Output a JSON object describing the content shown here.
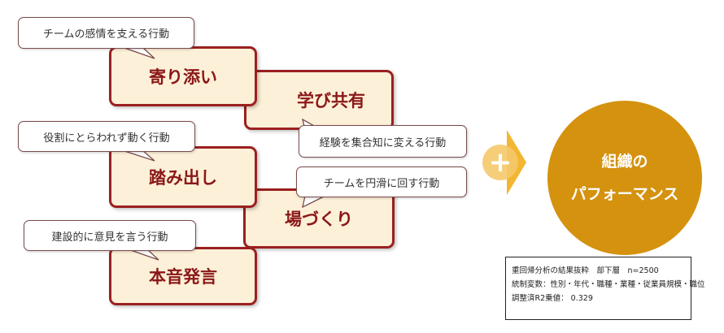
{
  "behaviors": {
    "yorisoi": "寄り添い",
    "manabi": "学び共有",
    "fumidashi": "踏み出し",
    "bazukuri": "場づくり",
    "honne": "本音発言"
  },
  "callouts": {
    "team_emotion": "チームの感情を支える行動",
    "experience": "経験を集合知に変える行動",
    "role": "役割にとらわれず動く行動",
    "smooth": "チームを円滑に回す行動",
    "constructive": "建設的に意見を言う行動"
  },
  "plus_symbol": "+",
  "result": {
    "line1": "組織の",
    "line2": "パフォーマンス"
  },
  "notes": {
    "line1": "重回帰分析の結果抜粋　部下層　n=2500",
    "line2": "統制変数：性別・年代・職種・業種・従業員規模・職位",
    "line3": "調整済R2乗値：  0.329"
  },
  "colors": {
    "box_border": "#9b2020",
    "box_fill": "#fdf0d8",
    "accent": "#d4920f"
  }
}
